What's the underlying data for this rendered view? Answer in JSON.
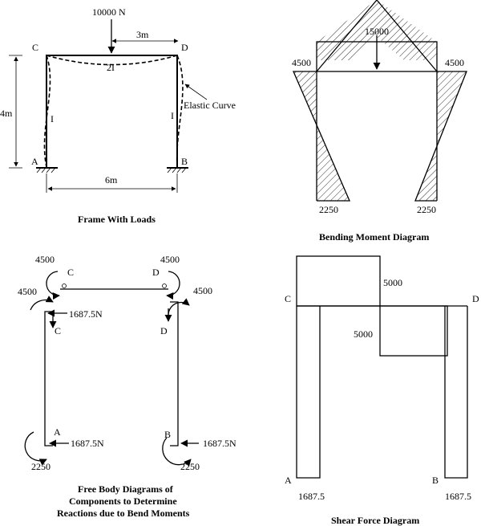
{
  "frame": {
    "load": "10000 N",
    "span_3m": "3m",
    "height": "4m",
    "span_6m": "6m",
    "beam_inertia": "2I",
    "col_inertia_left": "I",
    "col_inertia_right": "I",
    "node_c": "C",
    "node_d": "D",
    "node_a": "A",
    "node_b": "B",
    "elastic_curve": "Elastic Curve",
    "caption": "Frame With Loads"
  },
  "bmd": {
    "peak": "15000",
    "left_corner": "4500",
    "right_corner": "4500",
    "left_base": "2250",
    "right_base": "2250",
    "caption": "Bending Moment Diagram"
  },
  "fbd": {
    "beam_left_moment": "4500",
    "beam_right_moment": "4500",
    "col_left_top_moment": "4500",
    "col_right_top_moment": "4500",
    "top_force": "1687.5N",
    "bottom_left_force": "1687.5N",
    "bottom_right_force": "1687.5N",
    "bottom_left_moment": "2250",
    "bottom_right_moment": "2250",
    "beam_c": "C",
    "beam_d": "D",
    "col_c": "C",
    "col_d": "D",
    "col_a": "A",
    "col_b": "B",
    "caption_line1": "Free Body Diagrams of",
    "caption_line2": "Components to Determine",
    "caption_line3": "Reactions due to Bend Moments"
  },
  "sfd": {
    "upper_value": "5000",
    "lower_value": "5000",
    "left_base": "1687.5",
    "right_base": "1687.5",
    "node_c": "C",
    "node_d": "D",
    "node_a": "A",
    "node_b": "B",
    "caption": "Shear Force Diagram"
  }
}
